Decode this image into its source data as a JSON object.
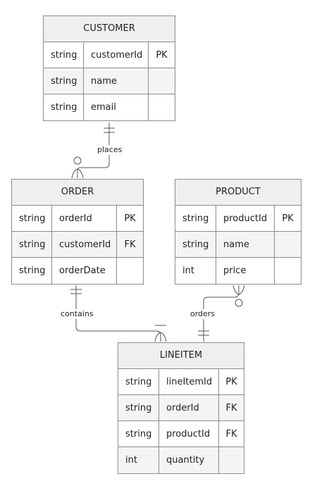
{
  "entities": {
    "customer": {
      "title": "CUSTOMER",
      "rows": [
        {
          "type": "string",
          "name": "customerId",
          "key": "PK"
        },
        {
          "type": "string",
          "name": "name",
          "key": ""
        },
        {
          "type": "string",
          "name": "email",
          "key": ""
        }
      ]
    },
    "order": {
      "title": "ORDER",
      "rows": [
        {
          "type": "string",
          "name": "orderId",
          "key": "PK"
        },
        {
          "type": "string",
          "name": "customerId",
          "key": "FK"
        },
        {
          "type": "string",
          "name": "orderDate",
          "key": ""
        }
      ]
    },
    "product": {
      "title": "PRODUCT",
      "rows": [
        {
          "type": "string",
          "name": "productId",
          "key": "PK"
        },
        {
          "type": "string",
          "name": "name",
          "key": ""
        },
        {
          "type": "int",
          "name": "price",
          "key": ""
        }
      ]
    },
    "lineitem": {
      "title": "LINEITEM",
      "rows": [
        {
          "type": "string",
          "name": "lineItemId",
          "key": "PK"
        },
        {
          "type": "string",
          "name": "orderId",
          "key": "FK"
        },
        {
          "type": "string",
          "name": "productId",
          "key": "FK"
        },
        {
          "type": "int",
          "name": "quantity",
          "key": ""
        }
      ]
    }
  },
  "relationships": {
    "places": {
      "label": "places",
      "from": "CUSTOMER",
      "to": "ORDER",
      "from_cardinality": "exactly-one",
      "to_cardinality": "zero-or-many"
    },
    "contains": {
      "label": "contains",
      "from": "ORDER",
      "to": "LINEITEM",
      "from_cardinality": "exactly-one",
      "to_cardinality": "one-or-many"
    },
    "orders": {
      "label": "orders",
      "from": "LINEITEM",
      "to": "PRODUCT",
      "from_cardinality": "exactly-one",
      "to_cardinality": "zero-or-many"
    }
  },
  "colors": {
    "border": "#8c8c8c",
    "header_fill": "#efefef",
    "alt_row_fill": "#f4f4f4",
    "edge": "#555555"
  }
}
